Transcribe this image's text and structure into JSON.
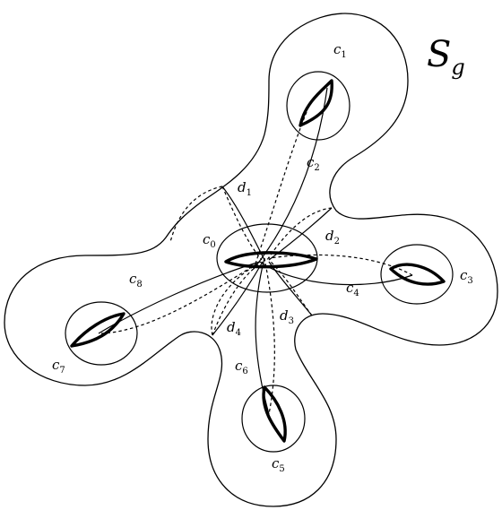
{
  "title": {
    "symbol": "S",
    "subscript": "g"
  },
  "labels": {
    "c0": {
      "base": "c",
      "sub": "0"
    },
    "c1": {
      "base": "c",
      "sub": "1"
    },
    "c2": {
      "base": "c",
      "sub": "2"
    },
    "c3": {
      "base": "c",
      "sub": "3"
    },
    "c4": {
      "base": "c",
      "sub": "4"
    },
    "c5": {
      "base": "c",
      "sub": "5"
    },
    "c6": {
      "base": "c",
      "sub": "6"
    },
    "c7": {
      "base": "c",
      "sub": "7"
    },
    "c8": {
      "base": "c",
      "sub": "8"
    },
    "d1": {
      "base": "d",
      "sub": "1"
    },
    "d2": {
      "base": "d",
      "sub": "2"
    },
    "d3": {
      "base": "d",
      "sub": "3"
    },
    "d4": {
      "base": "d",
      "sub": "4"
    }
  }
}
